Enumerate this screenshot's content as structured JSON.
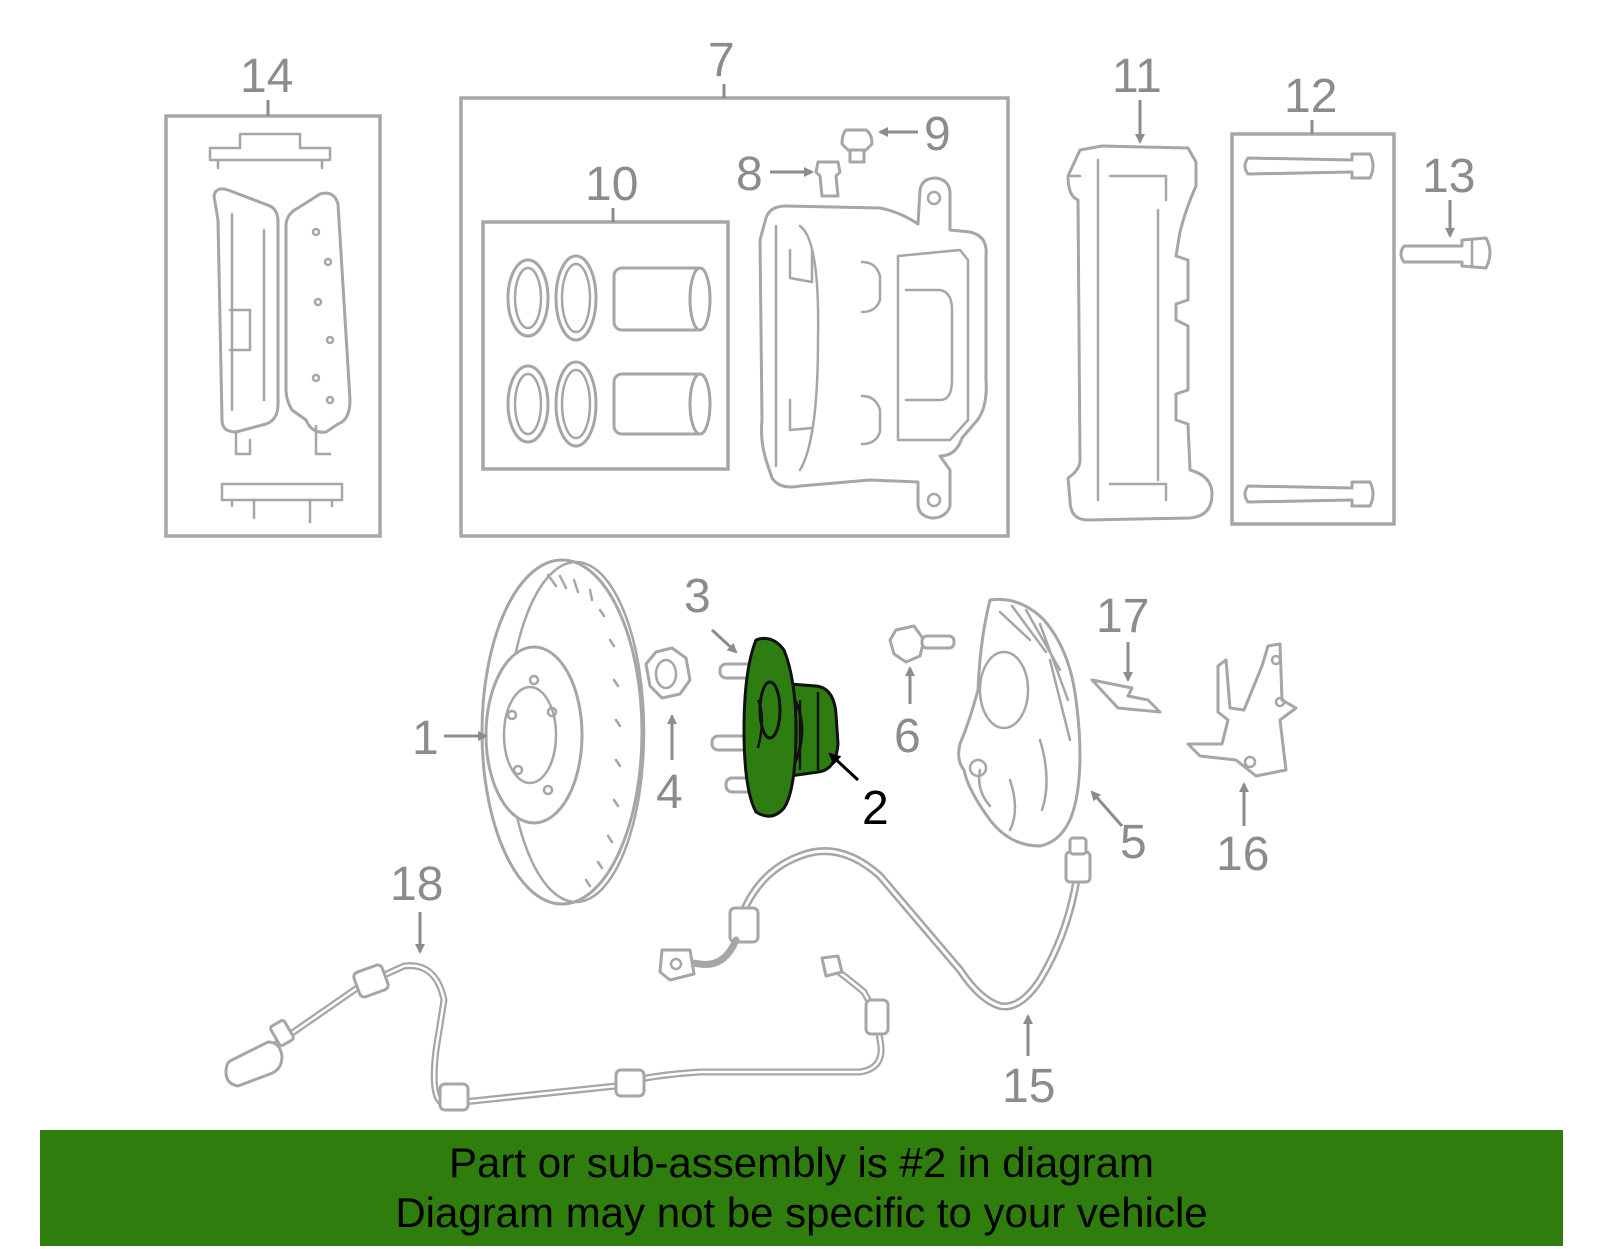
{
  "diagram": {
    "callouts": {
      "c1": "1",
      "c2": "2",
      "c3": "3",
      "c4": "4",
      "c5": "5",
      "c6": "6",
      "c7": "7",
      "c8": "8",
      "c9": "9",
      "c10": "10",
      "c11": "11",
      "c12": "12",
      "c13": "13",
      "c14": "14",
      "c15": "15",
      "c16": "16",
      "c17": "17",
      "c18": "18"
    },
    "highlighted_part": "2",
    "colors": {
      "highlight": "#2e7d10",
      "footer": "#2f7d0d",
      "line_art": "#a6a6a6"
    }
  },
  "footer": {
    "line1": "Part or sub-assembly is #2 in diagram",
    "line2": "Diagram may not be specific to your vehicle"
  }
}
